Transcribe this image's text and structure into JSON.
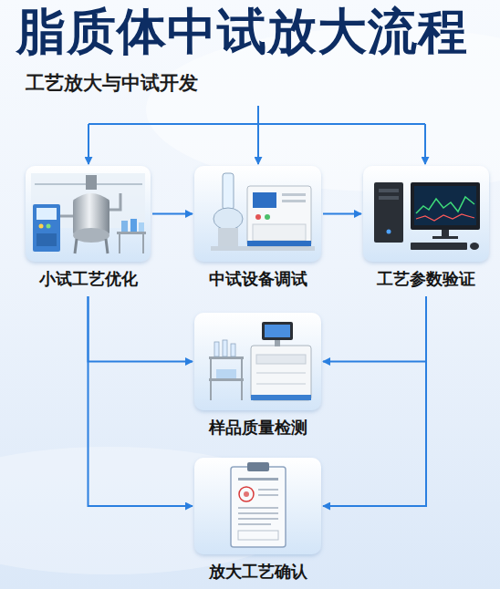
{
  "diagram": {
    "title": "脂质体中试放大流程",
    "nodes": [
      {
        "text": [
          "小试工艺优化"
        ]
      },
      {
        "text": [
          "中试设备调试"
        ]
      },
      {
        "text": [
          "工艺参数验证"
        ]
      },
      {
        "text": [
          "样品质量检测"
        ]
      },
      {
        "text": [
          "放大工艺确认"
        ]
      }
    ],
    "edges": [
      {
        "from": 0,
        "to": 1,
        "arrow": "to"
      },
      {
        "from": 1,
        "to": 2,
        "arrow": "to"
      },
      {
        "from": 0,
        "to": 3,
        "arrow": "to"
      },
      {
        "from": 0,
        "to": 4,
        "arrow": "to"
      },
      {
        "from": 2,
        "to": 3,
        "arrow": "to"
      },
      {
        "from": 2,
        "to": 4,
        "arrow": "to"
      }
    ],
    "labels": [
      "工艺放大与中试开发"
    ]
  }
}
